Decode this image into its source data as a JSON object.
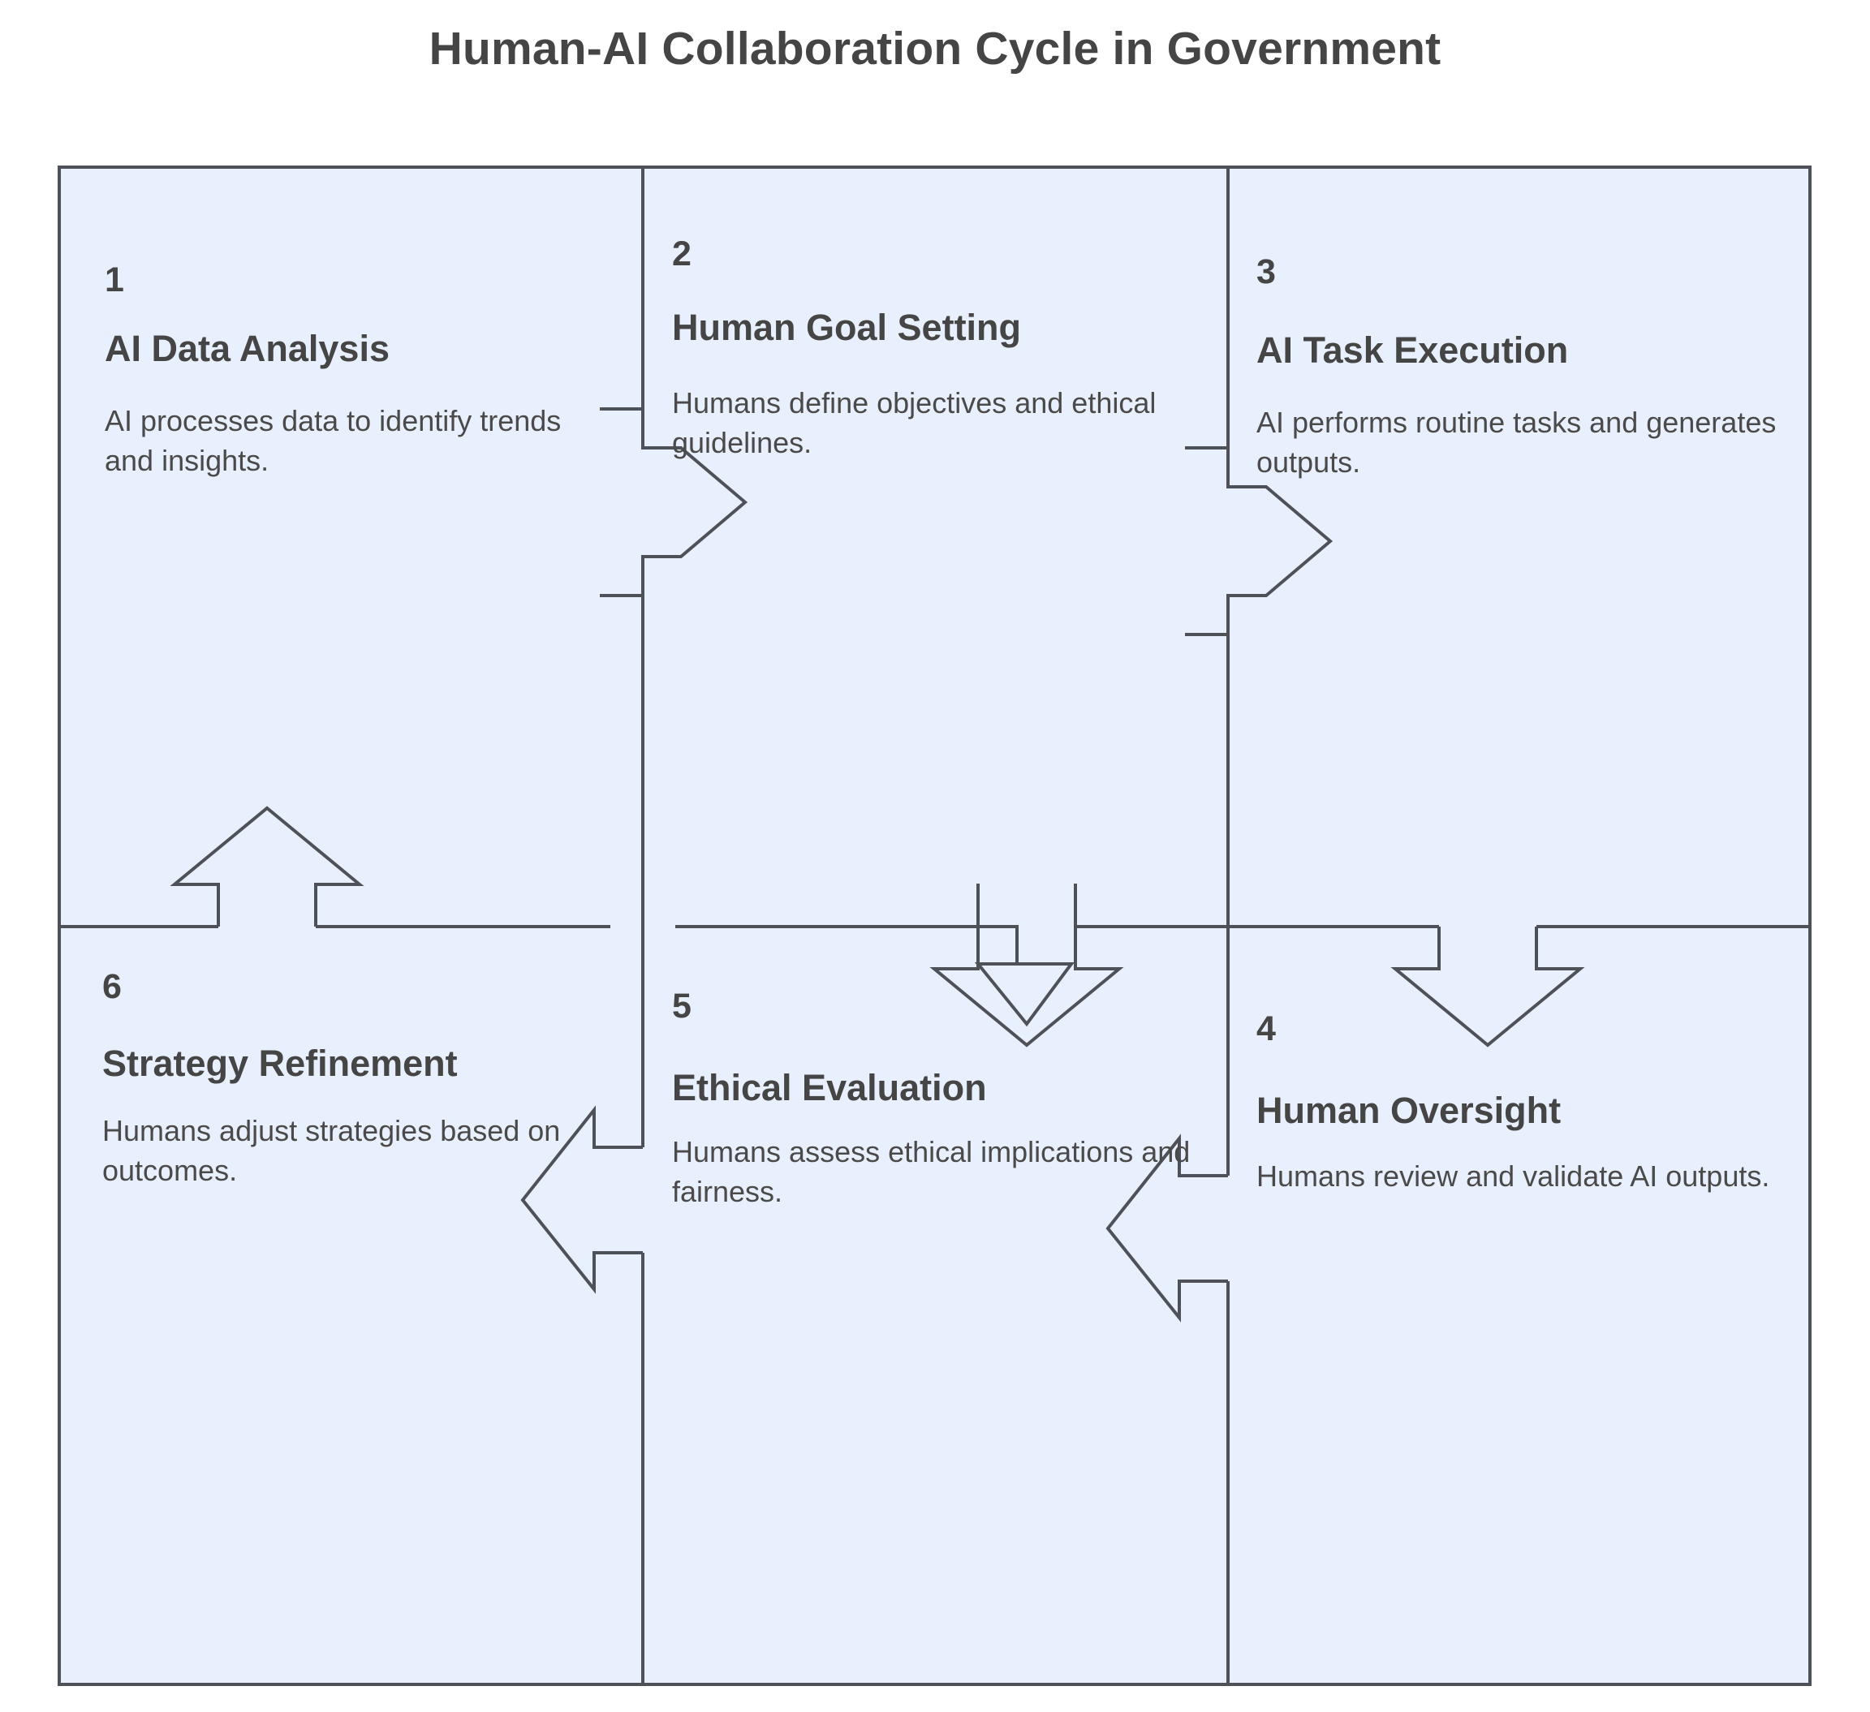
{
  "title": "Human-AI Collaboration Cycle in Government",
  "colors": {
    "cell_fill": "#e9f0fd",
    "border": "#4f5159",
    "text": "#454545",
    "desc_text": "#4a4a4a",
    "page_background": "#ffffff"
  },
  "diagram": {
    "type": "cycle",
    "rows": 2,
    "columns": 3,
    "steps": [
      {
        "number": "1",
        "heading": "AI Data Analysis",
        "description": "AI processes data to identify trends and insights."
      },
      {
        "number": "2",
        "heading": "Human Goal Setting",
        "description": "Humans define objectives and ethical guidelines."
      },
      {
        "number": "3",
        "heading": "AI Task Execution",
        "description": "AI performs routine tasks and generates outputs."
      },
      {
        "number": "4",
        "heading": "Human Oversight",
        "description": "Humans review and validate AI outputs."
      },
      {
        "number": "5",
        "heading": "Ethical Evaluation",
        "description": "Humans assess ethical implications and fairness."
      },
      {
        "number": "6",
        "heading": "Strategy Refinement",
        "description": "Humans adjust strategies based on outcomes."
      }
    ],
    "connectors": [
      {
        "name": "arrow-1-to-2",
        "direction": "right"
      },
      {
        "name": "arrow-2-to-3",
        "direction": "right"
      },
      {
        "name": "arrow-3-to-4",
        "direction": "down"
      },
      {
        "name": "arrow-4-to-5",
        "direction": "left"
      },
      {
        "name": "arrow-5-to-6",
        "direction": "left"
      },
      {
        "name": "arrow-6-to-1",
        "direction": "up"
      },
      {
        "name": "arrow-2-down",
        "direction": "down"
      }
    ]
  }
}
